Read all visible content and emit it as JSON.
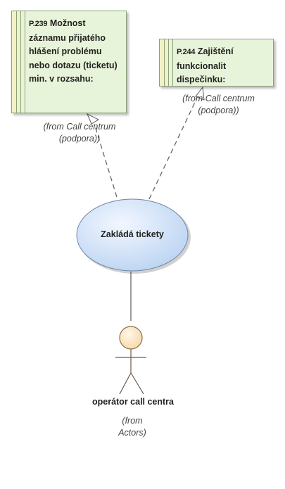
{
  "requirements": [
    {
      "code": "P.239",
      "title": "Možnost záznamu přijatého hlášení problému nebo dotazu (ticketu) min. v rozsahu:",
      "from_line1": "(from Call centrum",
      "from_line2": "(podpora))"
    },
    {
      "code": "P.244",
      "title": "Zajištění funkcionalit dispečinku:",
      "from_line1": "(from Call centrum",
      "from_line2": "(podpora))"
    }
  ],
  "use_case": {
    "label": "Zakládá tickety"
  },
  "actor": {
    "name": "operátor call centra",
    "from_line1": "(from",
    "from_line2": "Actors)"
  },
  "colors": {
    "requirement_fill": "#e8f4d9",
    "requirement_border": "#8aa078",
    "use_case_fill": "#c9ddf5",
    "actor_head": "#fbe6c6",
    "line": "#5a5a5a"
  }
}
